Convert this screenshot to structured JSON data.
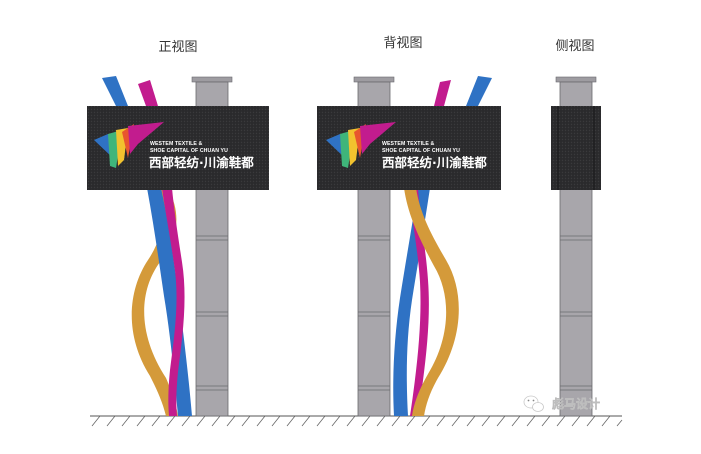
{
  "views": {
    "front": "正视图",
    "back": "背视图",
    "side": "侧视图"
  },
  "sign": {
    "english_line1": "WESTEM TEXTILE &",
    "english_line2": "SHOE CAPITAL OF CHUAN YU",
    "chinese": "西部轻纺·川渝鞋都"
  },
  "watermark": {
    "text": "彪马设计",
    "icon": "wechat-icon"
  },
  "colors": {
    "panel": "#2b2b2b",
    "post": "#a8a6ab",
    "blue_ribbon": "#2f72c4",
    "magenta_ribbon": "#c21c8e",
    "gold_ribbon": "#d49a3a"
  }
}
